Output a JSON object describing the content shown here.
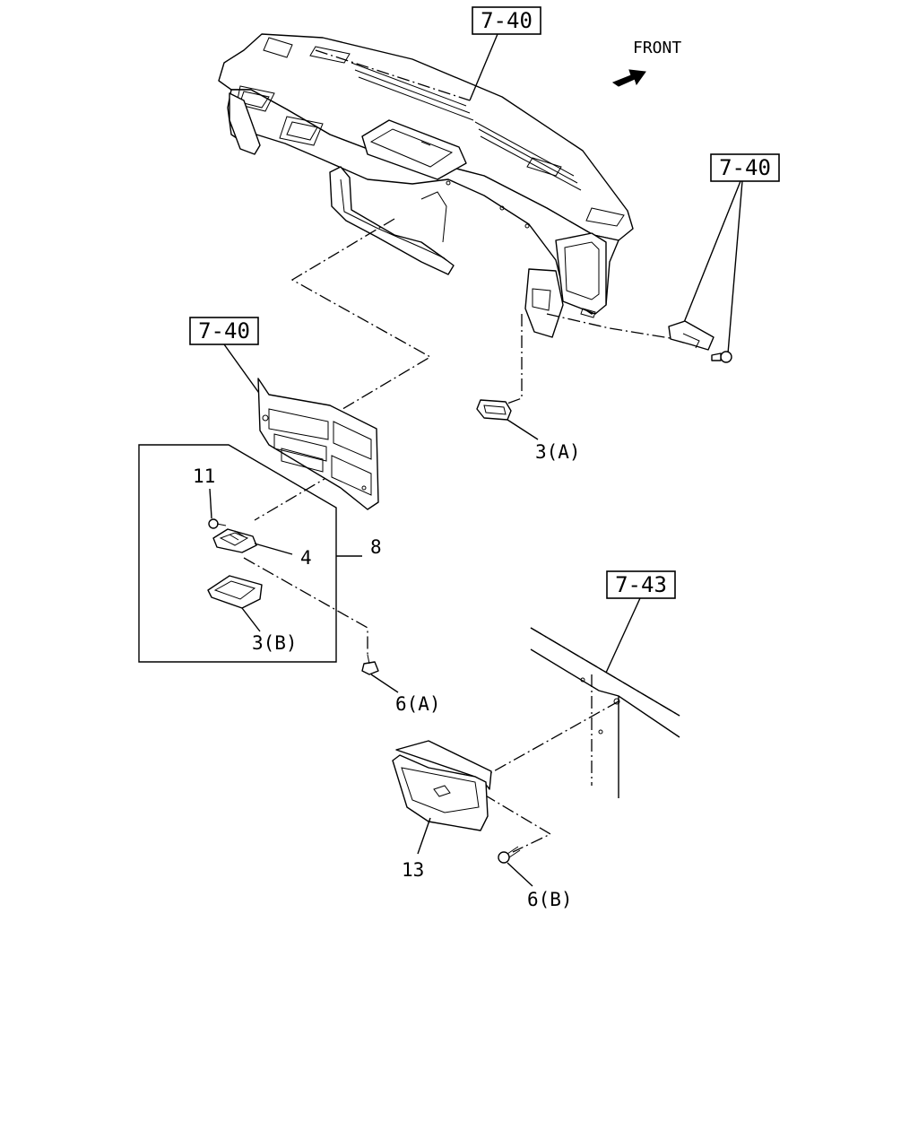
{
  "orientation": {
    "label": "FRONT",
    "icon": "front-arrow-icon"
  },
  "reference_boxes": {
    "ref_top": "7-40",
    "ref_right": "7-40",
    "ref_left": "7-40",
    "ref_lower": "7-43"
  },
  "callouts": {
    "p11": "11",
    "p4": "4",
    "p8": "8",
    "p3b": "3(B)",
    "p3a": "3(A)",
    "p6a": "6(A)",
    "p13": "13",
    "p6b": "6(B)"
  },
  "colors": {
    "line": "#000000",
    "background": "#ffffff"
  }
}
